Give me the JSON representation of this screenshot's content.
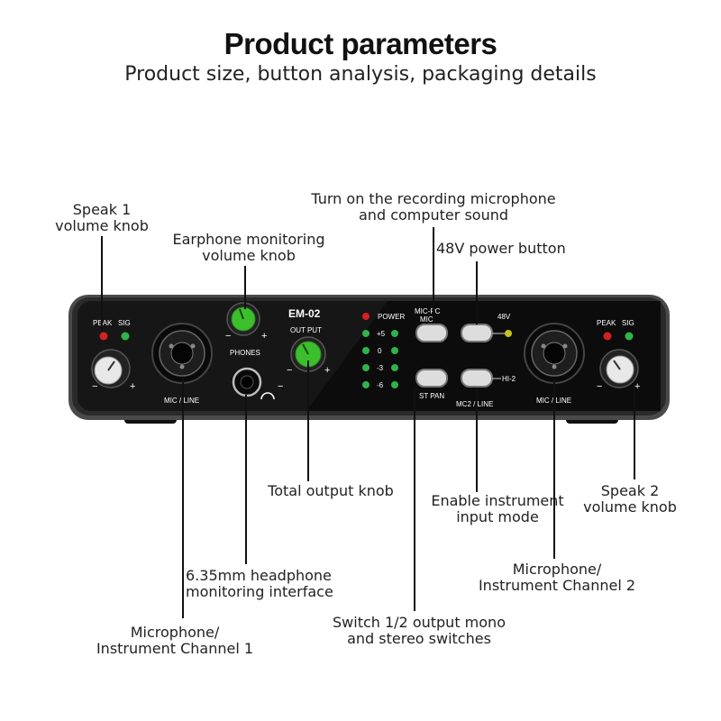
{
  "header": {
    "title": "Product parameters",
    "subtitle": "Product size, button analysis, packaging details"
  },
  "callouts": {
    "speak1": [
      "Speak 1",
      "volume knob"
    ],
    "earphone": [
      "Earphone monitoring",
      "volume knob"
    ],
    "recording": [
      "Turn on the recording microphone",
      "and computer sound"
    ],
    "power48v": [
      "48V power button"
    ],
    "total_output": [
      "Total output knob"
    ],
    "instrument_mode": [
      "Enable instrument",
      "input mode"
    ],
    "speak2": [
      "Speak 2",
      "volume knob"
    ],
    "headphone_jack": [
      "6.35mm headphone",
      "monitoring interface"
    ],
    "channel2": [
      "Microphone/",
      "Instrument Channel 2"
    ],
    "mono_stereo": [
      "Switch 1/2 output mono",
      "and stereo switches"
    ],
    "channel1": [
      "Microphone/",
      "Instrument Channel 1"
    ]
  },
  "device": {
    "model": "EM-02",
    "peak": "PEAK",
    "sig": "SIG",
    "phones": "PHONES",
    "output": "OUT PUT",
    "power": "POWER",
    "meter": [
      "+5",
      "0",
      "-3",
      "-6"
    ],
    "mic_pc": "MIC-PC",
    "mic": "MIC",
    "v48": "48V",
    "st_pan": "ST PAN",
    "hi2": "HI-2",
    "mc2_line": "MC2 / LINE",
    "mic_line": "MIC / LINE",
    "minus": "−",
    "plus": "+"
  },
  "colors": {
    "body": "#1c1c1c",
    "frame": "#3a3a3a",
    "knob_green": "#3bbf2c",
    "led_green": "#2fb34a",
    "led_red": "#d42121",
    "led_yellow": "#c9c21e"
  }
}
